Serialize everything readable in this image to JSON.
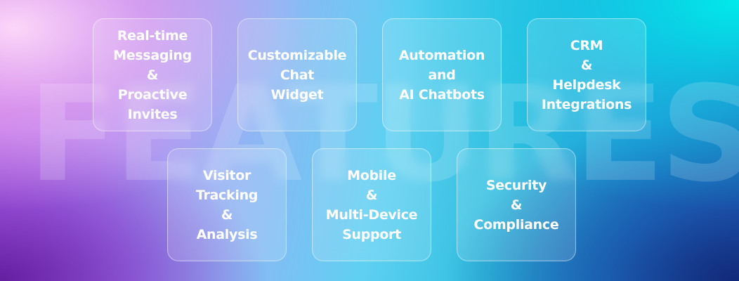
{
  "background": {
    "watermark": "FEATURES",
    "colors": {
      "top_left": "#f9d2f6",
      "bottom_left": "#6a1fa0",
      "top_right": "#00e5e8",
      "bottom_right": "#14307e",
      "center": "#5fc8f0"
    }
  },
  "features": [
    {
      "lines": [
        "Real-time",
        "Messaging",
        "&",
        "Proactive",
        "Invites"
      ]
    },
    {
      "lines": [
        "Customizable",
        "Chat",
        "Widget"
      ]
    },
    {
      "lines": [
        "Automation",
        "and",
        "AI Chatbots"
      ]
    },
    {
      "lines": [
        "CRM",
        "&",
        "Helpdesk",
        "Integrations"
      ]
    },
    {
      "lines": [
        "Visitor",
        "Tracking",
        "&",
        "Analysis"
      ]
    },
    {
      "lines": [
        "Mobile",
        "&",
        "Multi-Device",
        "Support"
      ]
    },
    {
      "lines": [
        "Security",
        "&",
        "Compliance"
      ]
    }
  ]
}
